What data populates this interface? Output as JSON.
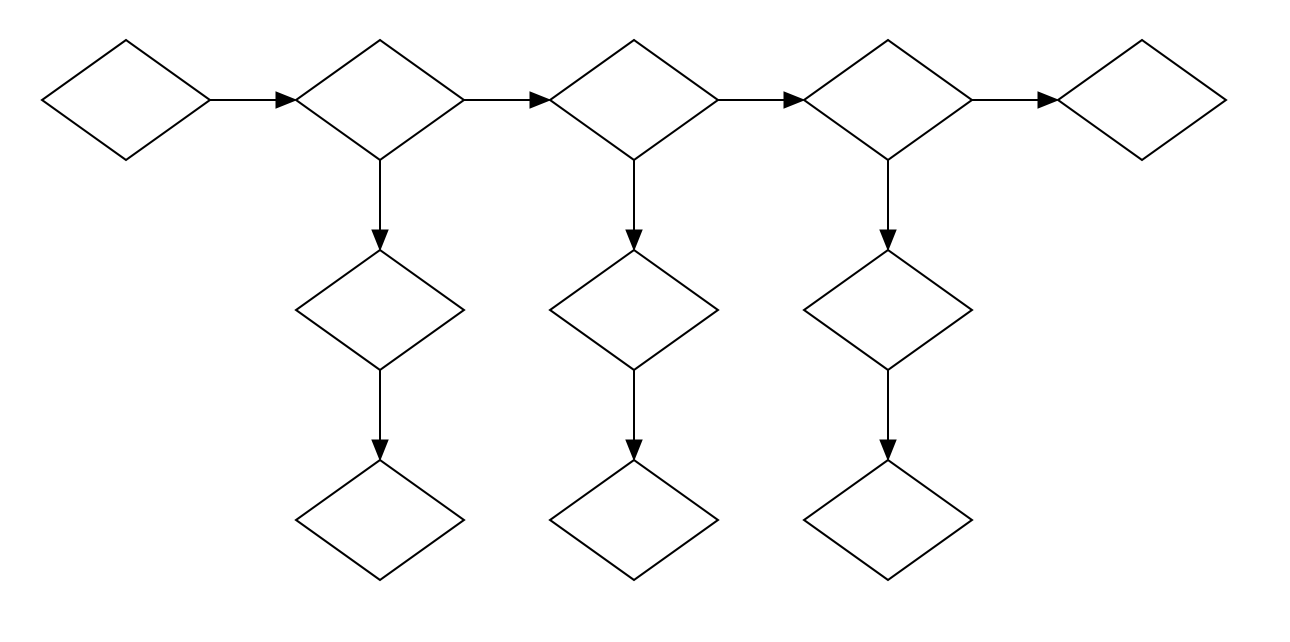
{
  "diagram": {
    "type": "flowchart",
    "node_shape": "diamond",
    "colors": {
      "background": "#ffffff",
      "stroke": "#000000",
      "fill": "#ffffff"
    },
    "nodes": [
      {
        "id": "n1"
      },
      {
        "id": "n2"
      },
      {
        "id": "n3"
      },
      {
        "id": "n4"
      },
      {
        "id": "n5"
      },
      {
        "id": "n2a"
      },
      {
        "id": "n2b"
      },
      {
        "id": "n3a"
      },
      {
        "id": "n3b"
      },
      {
        "id": "n4a"
      },
      {
        "id": "n4b"
      }
    ],
    "edges": [
      {
        "from": "n1",
        "to": "n2"
      },
      {
        "from": "n2",
        "to": "n3"
      },
      {
        "from": "n3",
        "to": "n4"
      },
      {
        "from": "n4",
        "to": "n5"
      },
      {
        "from": "n2",
        "to": "n2a"
      },
      {
        "from": "n2a",
        "to": "n2b"
      },
      {
        "from": "n3",
        "to": "n3a"
      },
      {
        "from": "n3a",
        "to": "n3b"
      },
      {
        "from": "n4",
        "to": "n4a"
      },
      {
        "from": "n4a",
        "to": "n4b"
      }
    ]
  }
}
